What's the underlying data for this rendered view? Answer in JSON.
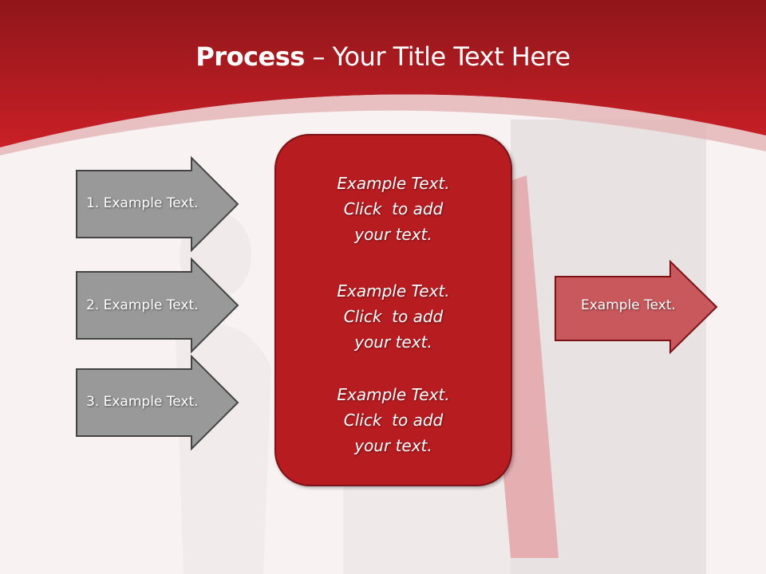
{
  "title": {
    "bold": "Process",
    "rest": " – Your Title Text Here"
  },
  "left_arrows": [
    {
      "label": "1. Example Text."
    },
    {
      "label": "2. Example Text."
    },
    {
      "label": "3. Example Text."
    }
  ],
  "center_blocks": [
    {
      "line1": "Example Text.",
      "line2": "Click  to add",
      "line3": "your text."
    },
    {
      "line1": "Example Text.",
      "line2": "Click  to add",
      "line3": "your text."
    },
    {
      "line1": "Example Text.",
      "line2": "Click  to add",
      "line3": "your text."
    }
  ],
  "right_arrow": {
    "label": "Example Text."
  },
  "colors": {
    "header": "#b71c20",
    "grey_arrow": "#999999",
    "center_box": "#b71c20",
    "right_arrow": "#c8585c"
  }
}
